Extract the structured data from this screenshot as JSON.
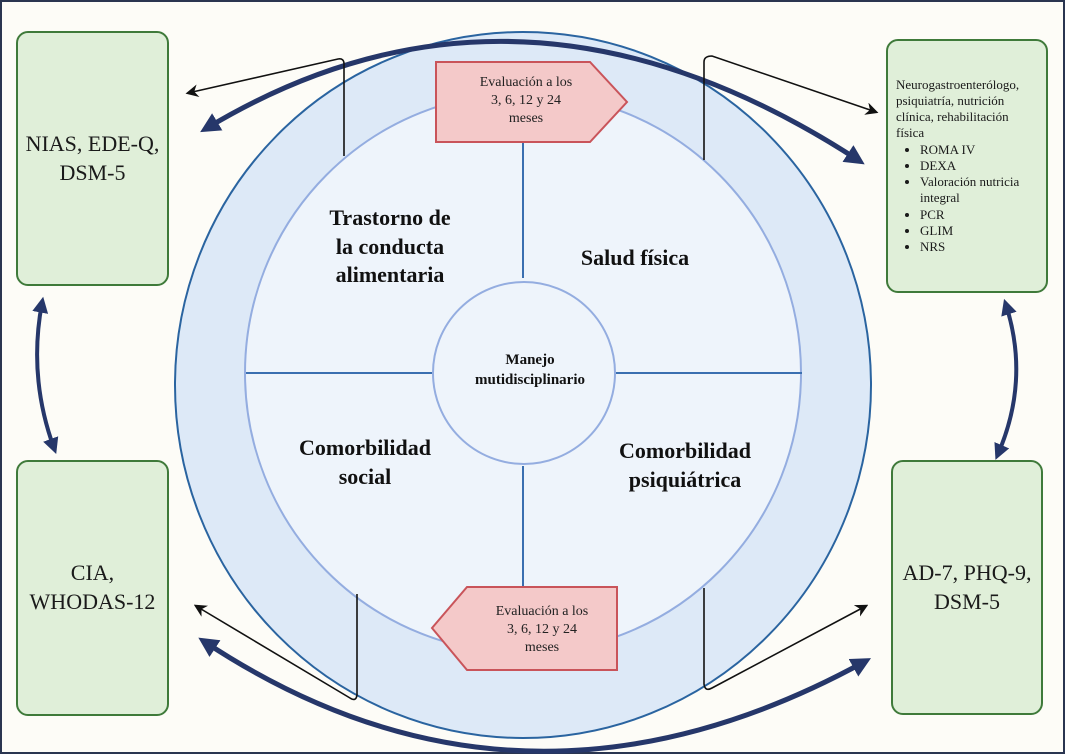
{
  "colors": {
    "box_fill": "#e0efd9",
    "box_border": "#3f7a3a",
    "outer_ring": "#dde9f7",
    "inner_disc": "#eef4fb",
    "ring_stroke": "#2a64a0",
    "divider": "#3a6fb0",
    "eval_fill": "#f4c9c9",
    "eval_border": "#c9545a",
    "big_arrow": "#26376a"
  },
  "center": {
    "label_line1": "Manejo",
    "label_line2": "mutidisciplinario"
  },
  "quadrants": {
    "top_left": {
      "line1": "Trastorno de",
      "line2": "la conducta",
      "line3": "alimentaria"
    },
    "top_right": {
      "line1": "Salud física"
    },
    "bottom_left": {
      "line1": "Comorbilidad",
      "line2": "social"
    },
    "bottom_right": {
      "line1": "Comorbilidad",
      "line2": "psiquiátrica"
    }
  },
  "evaluation_tags": {
    "top": {
      "line1": "Evaluación a los",
      "line2": "3, 6, 12 y 24",
      "line3": "meses"
    },
    "bottom": {
      "line1": "Evaluación a los",
      "line2": "3, 6, 12 y 24",
      "line3": "meses"
    }
  },
  "boxes": {
    "top_left": {
      "line1": "NIAS, EDE-Q,",
      "line2": "DSM-5"
    },
    "top_right": {
      "intro": "Neurogastroenterólogo, psiquiatría, nutrición clínica, rehabilitación física",
      "items": [
        "ROMA IV",
        "DEXA",
        "Valoración nutricia integral",
        "PCR",
        "GLIM",
        "NRS"
      ]
    },
    "bottom_left": {
      "line1": "CIA,",
      "line2": "WHODAS-12"
    },
    "bottom_right": {
      "line1": "AD-7, PHQ-9,",
      "line2": "DSM-5"
    }
  }
}
